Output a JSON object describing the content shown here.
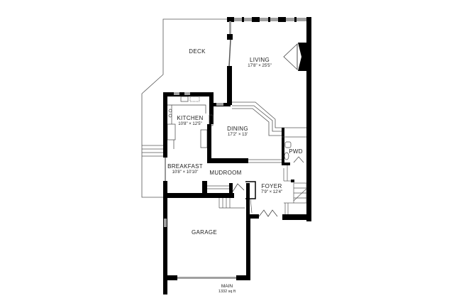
{
  "floorplan": {
    "level": {
      "name": "MAIN",
      "area": "1332 sq ft"
    },
    "rooms": [
      {
        "id": "deck",
        "name": "DECK",
        "dimensions": ""
      },
      {
        "id": "living",
        "name": "LIVING",
        "dimensions": "17'8\" × 25'5\""
      },
      {
        "id": "kitchen",
        "name": "KITCHEN",
        "dimensions": "10'8\" × 12'5\""
      },
      {
        "id": "dining",
        "name": "DINING",
        "dimensions": "17'2\" × 13'"
      },
      {
        "id": "pwd",
        "name": "PWD",
        "dimensions": ""
      },
      {
        "id": "breakfast",
        "name": "BREAKFAST",
        "dimensions": "10'8\" × 10'10\""
      },
      {
        "id": "mudroom",
        "name": "MUDROOM",
        "dimensions": ""
      },
      {
        "id": "foyer",
        "name": "FOYER",
        "dimensions": "7'9\" × 12'4\""
      },
      {
        "id": "garage",
        "name": "GARAGE",
        "dimensions": ""
      }
    ],
    "colors": {
      "wall": "#000000",
      "window": "#a0a0a0",
      "line": "#555555",
      "background": "#ffffff"
    }
  }
}
